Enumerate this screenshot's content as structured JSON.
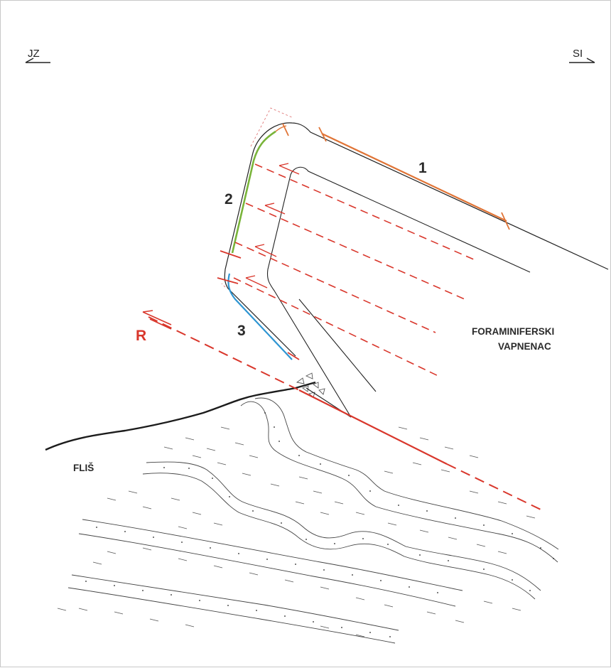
{
  "orientation": {
    "left_label": "JZ",
    "right_label": "SI"
  },
  "segments": {
    "seg1": "1",
    "seg2": "2",
    "seg3": "3"
  },
  "labels": {
    "fault": "R",
    "limestone_line1": "FORAMINIFERSKI",
    "limestone_line2": "VAPNENAC",
    "flysch": "FLIŠ"
  },
  "colors": {
    "segment_1": "#e07436",
    "segment_2": "#79b43a",
    "segment_3": "#2e95d2",
    "fault": "#d9372c",
    "contact": "#1c1c1c",
    "layer": "#444444"
  }
}
